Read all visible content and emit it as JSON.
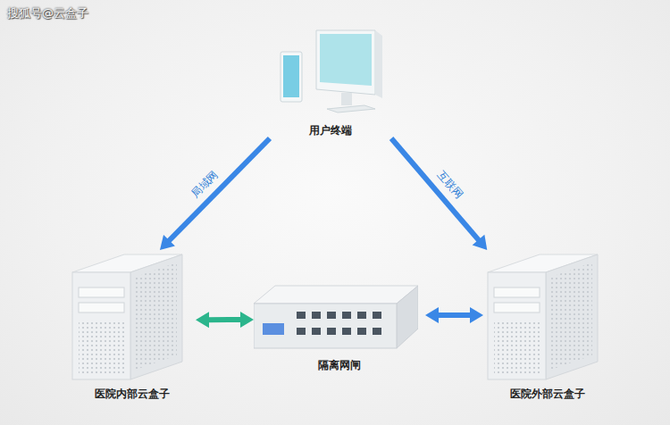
{
  "diagram": {
    "nodes": [
      {
        "text": [
          "用户终端"
        ]
      },
      {
        "text": [
          "医院内部云盒子"
        ]
      },
      {
        "text": [
          "隔离网闸"
        ]
      },
      {
        "text": [
          "医院外部云盒子"
        ]
      }
    ],
    "edges": [
      {
        "from": 0,
        "to": 1,
        "label": "局域网",
        "arrow": "to"
      },
      {
        "from": 0,
        "to": 3,
        "label": "互联网",
        "arrow": "to"
      },
      {
        "from": 1,
        "to": 2,
        "arrow": "both"
      },
      {
        "from": 2,
        "to": 3,
        "arrow": "both"
      }
    ],
    "labels": [
      "搜狐号@云盒子"
    ]
  }
}
